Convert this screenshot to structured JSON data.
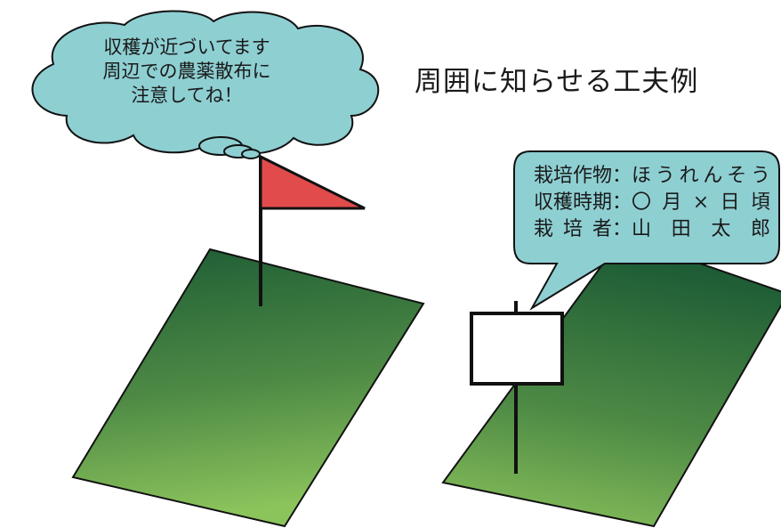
{
  "title": "周囲に知らせる工夫例",
  "cloud_bubble": {
    "lines": [
      "収穫が近づいてます",
      "周辺での農薬散布に",
      "注意してね！"
    ]
  },
  "sign_bubble": {
    "rows": [
      {
        "key": "栽培作物",
        "sep": "：",
        "value": "ほうれんそう"
      },
      {
        "key": "収穫時期",
        "sep": "：",
        "value": "〇月×日頃"
      },
      {
        "key": "栽培者",
        "sep": "：",
        "value": "山田太郎"
      }
    ]
  },
  "colors": {
    "bubble_fill": "#8ecfd2",
    "flag_fill": "#e24b4b",
    "field_dark": "#1d5c35",
    "field_light": "#8cc45c",
    "outline": "#111111"
  },
  "icons": {
    "flag": "flag-icon",
    "sign": "sign-board"
  }
}
